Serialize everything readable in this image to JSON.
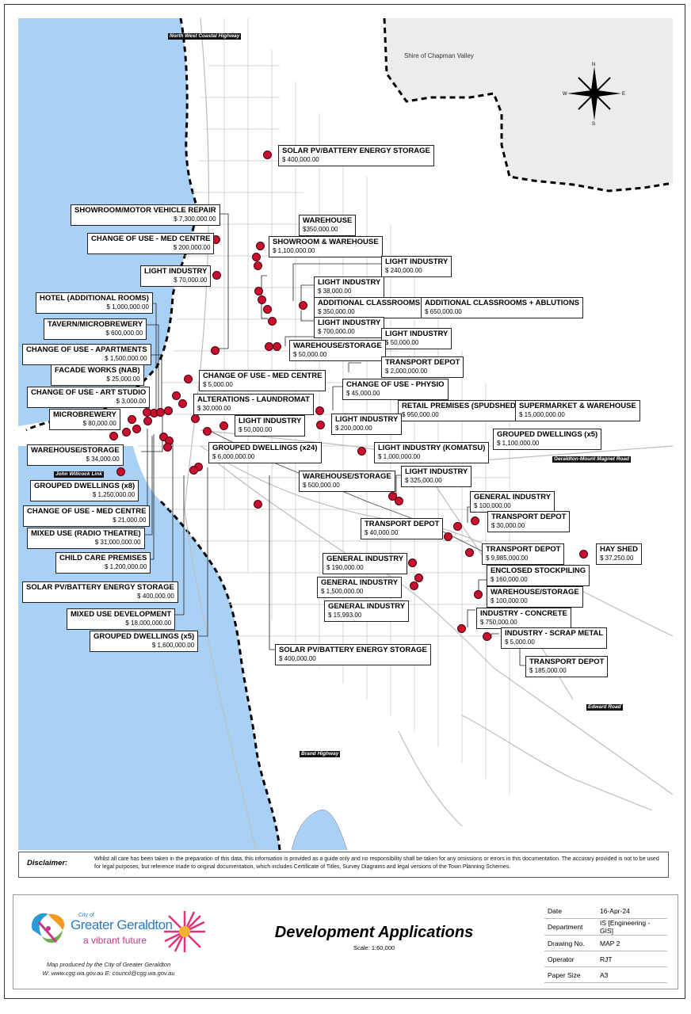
{
  "map": {
    "shire_label": "Shire of Chapman Valley",
    "compass": {
      "n": "N",
      "s": "S",
      "e": "E",
      "w": "W"
    },
    "roads": [
      "North West Coastal Highway",
      "John Willcock Link",
      "Geraldton-Mount Magnet Road",
      "Edward Road",
      "Brand Highway"
    ],
    "colors": {
      "ocean": "#a9d1f5",
      "shire": "#ececec",
      "marker": "#c8102e",
      "roads": "#dcdcdc"
    },
    "applications": [
      {
        "title": "SOLAR PV/BATTERY ENERGY STORAGE",
        "value": "$ 400,000.00"
      },
      {
        "title": "SHOWROOM/MOTOR VEHICLE REPAIR",
        "value": "$ 7,300,000.00"
      },
      {
        "title": "WAREHOUSE",
        "value": "$350,000.00"
      },
      {
        "title": "CHANGE OF USE - MED CENTRE",
        "value": "$ 200,000.00"
      },
      {
        "title": "SHOWROOM & WAREHOUSE",
        "value": "$ 1,100,000.00"
      },
      {
        "title": "LIGHT INDUSTRY",
        "value": "$ 240,000.00"
      },
      {
        "title": "LIGHT INDUSTRY",
        "value": "$ 70,000.00"
      },
      {
        "title": "LIGHT INDUSTRY",
        "value": "$ 38,000.00"
      },
      {
        "title": "HOTEL (ADDITIONAL ROOMS)",
        "value": "$ 1,000,000.00"
      },
      {
        "title": "ADDITIONAL CLASSROOMS",
        "value": "$ 350,000.00"
      },
      {
        "title": "ADDITIONAL CLASSROOMS + ABLUTIONS",
        "value": "$ 650,000.00"
      },
      {
        "title": "LIGHT INDUSTRY",
        "value": "$ 700,000.00"
      },
      {
        "title": "TAVERN/MICROBREWERY",
        "value": "$ 600,000.00"
      },
      {
        "title": "LIGHT INDUSTRY",
        "value": "$ 50,000.00"
      },
      {
        "title": "WAREHOUSE/STORAGE",
        "value": "$ 50,000.00"
      },
      {
        "title": "CHANGE OF USE - APARTMENTS",
        "value": "$ 1,500,000.00"
      },
      {
        "title": "TRANSPORT DEPOT",
        "value": "$ 2,000,000.00"
      },
      {
        "title": "FACADE WORKS (NAB)",
        "value": "$ 25,000.00"
      },
      {
        "title": "CHANGE OF USE - MED CENTRE",
        "value": "$ 5,000.00"
      },
      {
        "title": "CHANGE OF USE - PHYSIO",
        "value": "$ 45,000.00"
      },
      {
        "title": "CHANGE OF USE - ART STUDIO",
        "value": "$ 3,000.00"
      },
      {
        "title": "ALTERATIONS - LAUNDROMAT",
        "value": "$ 30,000.00"
      },
      {
        "title": "RETAIL PREMISES (SPUDSHED)",
        "value": "$ 950,000.00"
      },
      {
        "title": "SUPERMARKET & WAREHOUSE",
        "value": "$ 15,000,000.00"
      },
      {
        "title": "MICROBREWERY",
        "value": "$ 80,000.00"
      },
      {
        "title": "LIGHT INDUSTRY",
        "value": "$ 50,000.00"
      },
      {
        "title": "LIGHT INDUSTRY",
        "value": "$ 200,000.00"
      },
      {
        "title": "GROUPED DWELLINGS (x5)",
        "value": "$ 1,100,000.00"
      },
      {
        "title": "WAREHOUSE/STORAGE",
        "value": "$ 34,000.00"
      },
      {
        "title": "GROUPED DWELLINGS (x24)",
        "value": "$ 6,000,000.00"
      },
      {
        "title": "LIGHT INDUSTRY (KOMATSU)",
        "value": "$ 1,000,000.00"
      },
      {
        "title": "LIGHT INDUSTRY",
        "value": "$ 325,000.00"
      },
      {
        "title": "WAREHOUSE/STORAGE",
        "value": "$ 500,000.00"
      },
      {
        "title": "GROUPED DWELLINGS (x8)",
        "value": "$ 1,250,000.00"
      },
      {
        "title": "GENERAL INDUSTRY",
        "value": "$ 100,000.00"
      },
      {
        "title": "CHANGE OF USE - MED CENTRE",
        "value": "$ 21,000.00"
      },
      {
        "title": "TRANSPORT DEPOT",
        "value": "$ 30,000.00"
      },
      {
        "title": "TRANSPORT DEPOT",
        "value": "$ 40,000.00"
      },
      {
        "title": "MIXED USE (RADIO THEATRE)",
        "value": "$ 31,000,000.00"
      },
      {
        "title": "TRANSPORT DEPOT",
        "value": "$ 9,985,000.00"
      },
      {
        "title": "HAY SHED",
        "value": "$ 37,250.00"
      },
      {
        "title": "GENERAL INDUSTRY",
        "value": "$ 190,000.00"
      },
      {
        "title": "CHILD CARE PREMISES",
        "value": "$ 1,200,000.00"
      },
      {
        "title": "ENCLOSED STOCKPILING",
        "value": "$ 160,000.00"
      },
      {
        "title": "GENERAL INDUSTRY",
        "value": "$ 1,500,000.00"
      },
      {
        "title": "SOLAR PV/BATTERY ENERGY STORAGE",
        "value": "$ 400,000.00"
      },
      {
        "title": "WAREHOUSE/STORAGE",
        "value": "$ 100,000.00"
      },
      {
        "title": "GENERAL INDUSTRY",
        "value": "$ 15,993.00"
      },
      {
        "title": "MIXED USE DEVELOPMENT",
        "value": "$ 18,000,000.00"
      },
      {
        "title": "INDUSTRY - CONCRETE",
        "value": "$ 750,000.00"
      },
      {
        "title": "GROUPED DWELLINGS (x5)",
        "value": "$ 1,600,000.00"
      },
      {
        "title": "INDUSTRY - SCRAP METAL",
        "value": "$ 5,000.00"
      },
      {
        "title": "SOLAR PV/BATTERY ENERGY STORAGE",
        "value": "$ 400,000.00"
      },
      {
        "title": "TRANSPORT DEPOT",
        "value": "$ 185,000.00"
      }
    ]
  },
  "disclaimer": {
    "heading": "Disclaimer:",
    "text": "Whilst all care has been taken in the preparation of this data, this information is provided as a guide only and no responsibility shall be taken for any omissions or errors in this documentation. The accurary provided is not to be used for legal purposes, but reference made to original documentation, which includes Certificate of Titles, Survey Diagrams and legal versions of the Town Planning Schemes."
  },
  "footer": {
    "logo_small": "City of",
    "logo_name": "Greater Geraldton",
    "logo_tagline": "a vibrant future",
    "produced_line1": "Map produced by the City of Greater Geraldton",
    "produced_line2": "W: www.cgg.wa.gov.au   E: council@cgg.wa.gov.au",
    "title": "Development Applications",
    "scale": "Scale:  1:60,000",
    "info": [
      {
        "key": "Date",
        "value": "16-Apr-24"
      },
      {
        "key": "Department",
        "value": "IS [Engineering - GIS]"
      },
      {
        "key": "Drawing No.",
        "value": "MAP 2"
      },
      {
        "key": "Operator",
        "value": "RJT"
      },
      {
        "key": "Paper Size",
        "value": "A3"
      }
    ]
  }
}
